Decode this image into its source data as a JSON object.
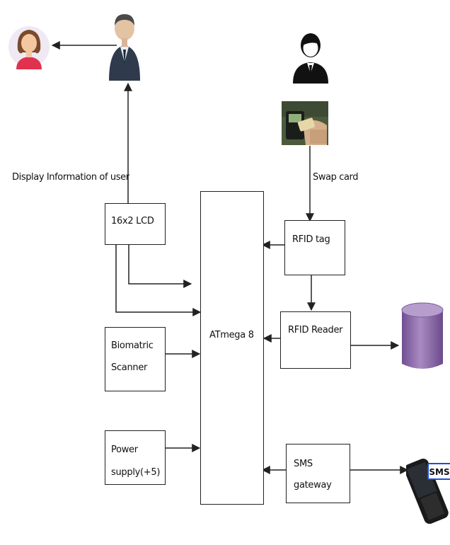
{
  "labels": {
    "display_info": "Display Information of user",
    "swap_card": "Swap card"
  },
  "boxes": {
    "lcd": "16x2 LCD",
    "biometric_line1": "Biomatric",
    "biometric_line2": "Scanner",
    "power_line1": "Power",
    "power_line2": "supply(+5)",
    "mcu": "ATmega 8",
    "rfid_tag": "RFID tag",
    "rfid_reader": "RFID Reader",
    "sms_line1": "SMS",
    "sms_line2": "gateway"
  },
  "phone_screen_text": "SMS",
  "icons": {
    "woman": "woman-avatar-icon",
    "businessman": "businessman-icon",
    "user": "user-silhouette-icon",
    "card_scan": "card-swipe-photo-icon",
    "database": "database-cylinder-icon",
    "phone": "mobile-phone-sms-icon"
  },
  "colors": {
    "line": "#222222",
    "database": "#8a6aa6",
    "woman_shirt": "#e0324f",
    "woman_hair": "#7a4a2a"
  }
}
